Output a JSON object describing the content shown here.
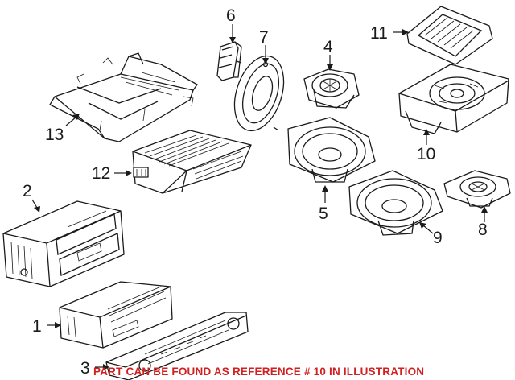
{
  "callouts": {
    "c1": "1",
    "c2": "2",
    "c3": "3",
    "c4": "4",
    "c5": "5",
    "c6": "6",
    "c7": "7",
    "c8": "8",
    "c9": "9",
    "c10": "10",
    "c11": "11",
    "c12": "12",
    "c13": "13"
  },
  "notice": {
    "text": "PART CAN BE FOUND AS REFERENCE # 10 IN ILLUSTRATION",
    "color": "#d21f1f"
  }
}
